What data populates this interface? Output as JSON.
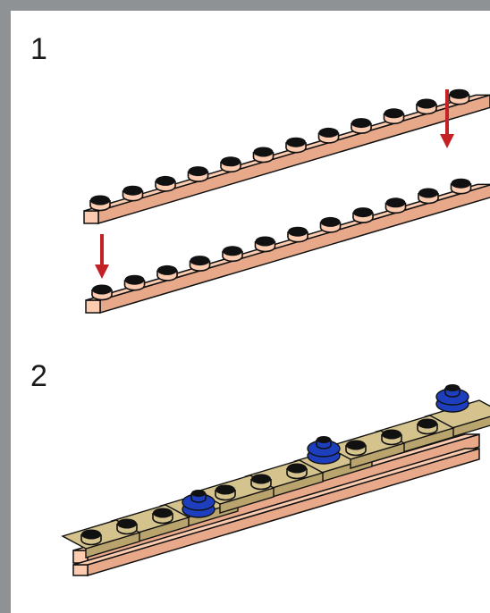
{
  "steps": [
    {
      "number": "1",
      "parts": [
        "plate-1x12-light-nougat",
        "plate-1x12-light-nougat"
      ]
    },
    {
      "number": "2",
      "parts": [
        "tile-1x2-tan",
        "plate-1x2-jumper-tan",
        "plate-round-2x2-blue"
      ]
    }
  ],
  "colors": {
    "border": "#8f9294",
    "plate_nougat": "#fccbb0",
    "plate_nougat_shade": "#e8a98b",
    "tan": "#d5c38e",
    "tan_shade": "#b8a46c",
    "blue": "#1e3fbd",
    "arrow": "#c42127",
    "outline": "#111111"
  }
}
